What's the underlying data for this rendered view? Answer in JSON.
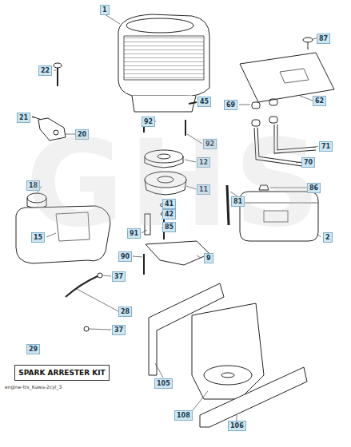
{
  "diagram": {
    "nodes": [
      {
        "text": [
          "SPARK ARRESTER KIT"
        ]
      }
    ],
    "edges": [],
    "labels": [
      "22",
      "1",
      "87",
      "45",
      "21",
      "20",
      "92",
      "92",
      "62",
      "69",
      "71",
      "70",
      "12",
      "11",
      "81",
      "86",
      "18",
      "41",
      "42",
      "15",
      "91",
      "85",
      "2",
      "37",
      "90",
      "9",
      "28",
      "37",
      "29",
      "105",
      "108",
      "106",
      "engine-trx_Kawa-2cyl_3",
      "GHS"
    ]
  }
}
